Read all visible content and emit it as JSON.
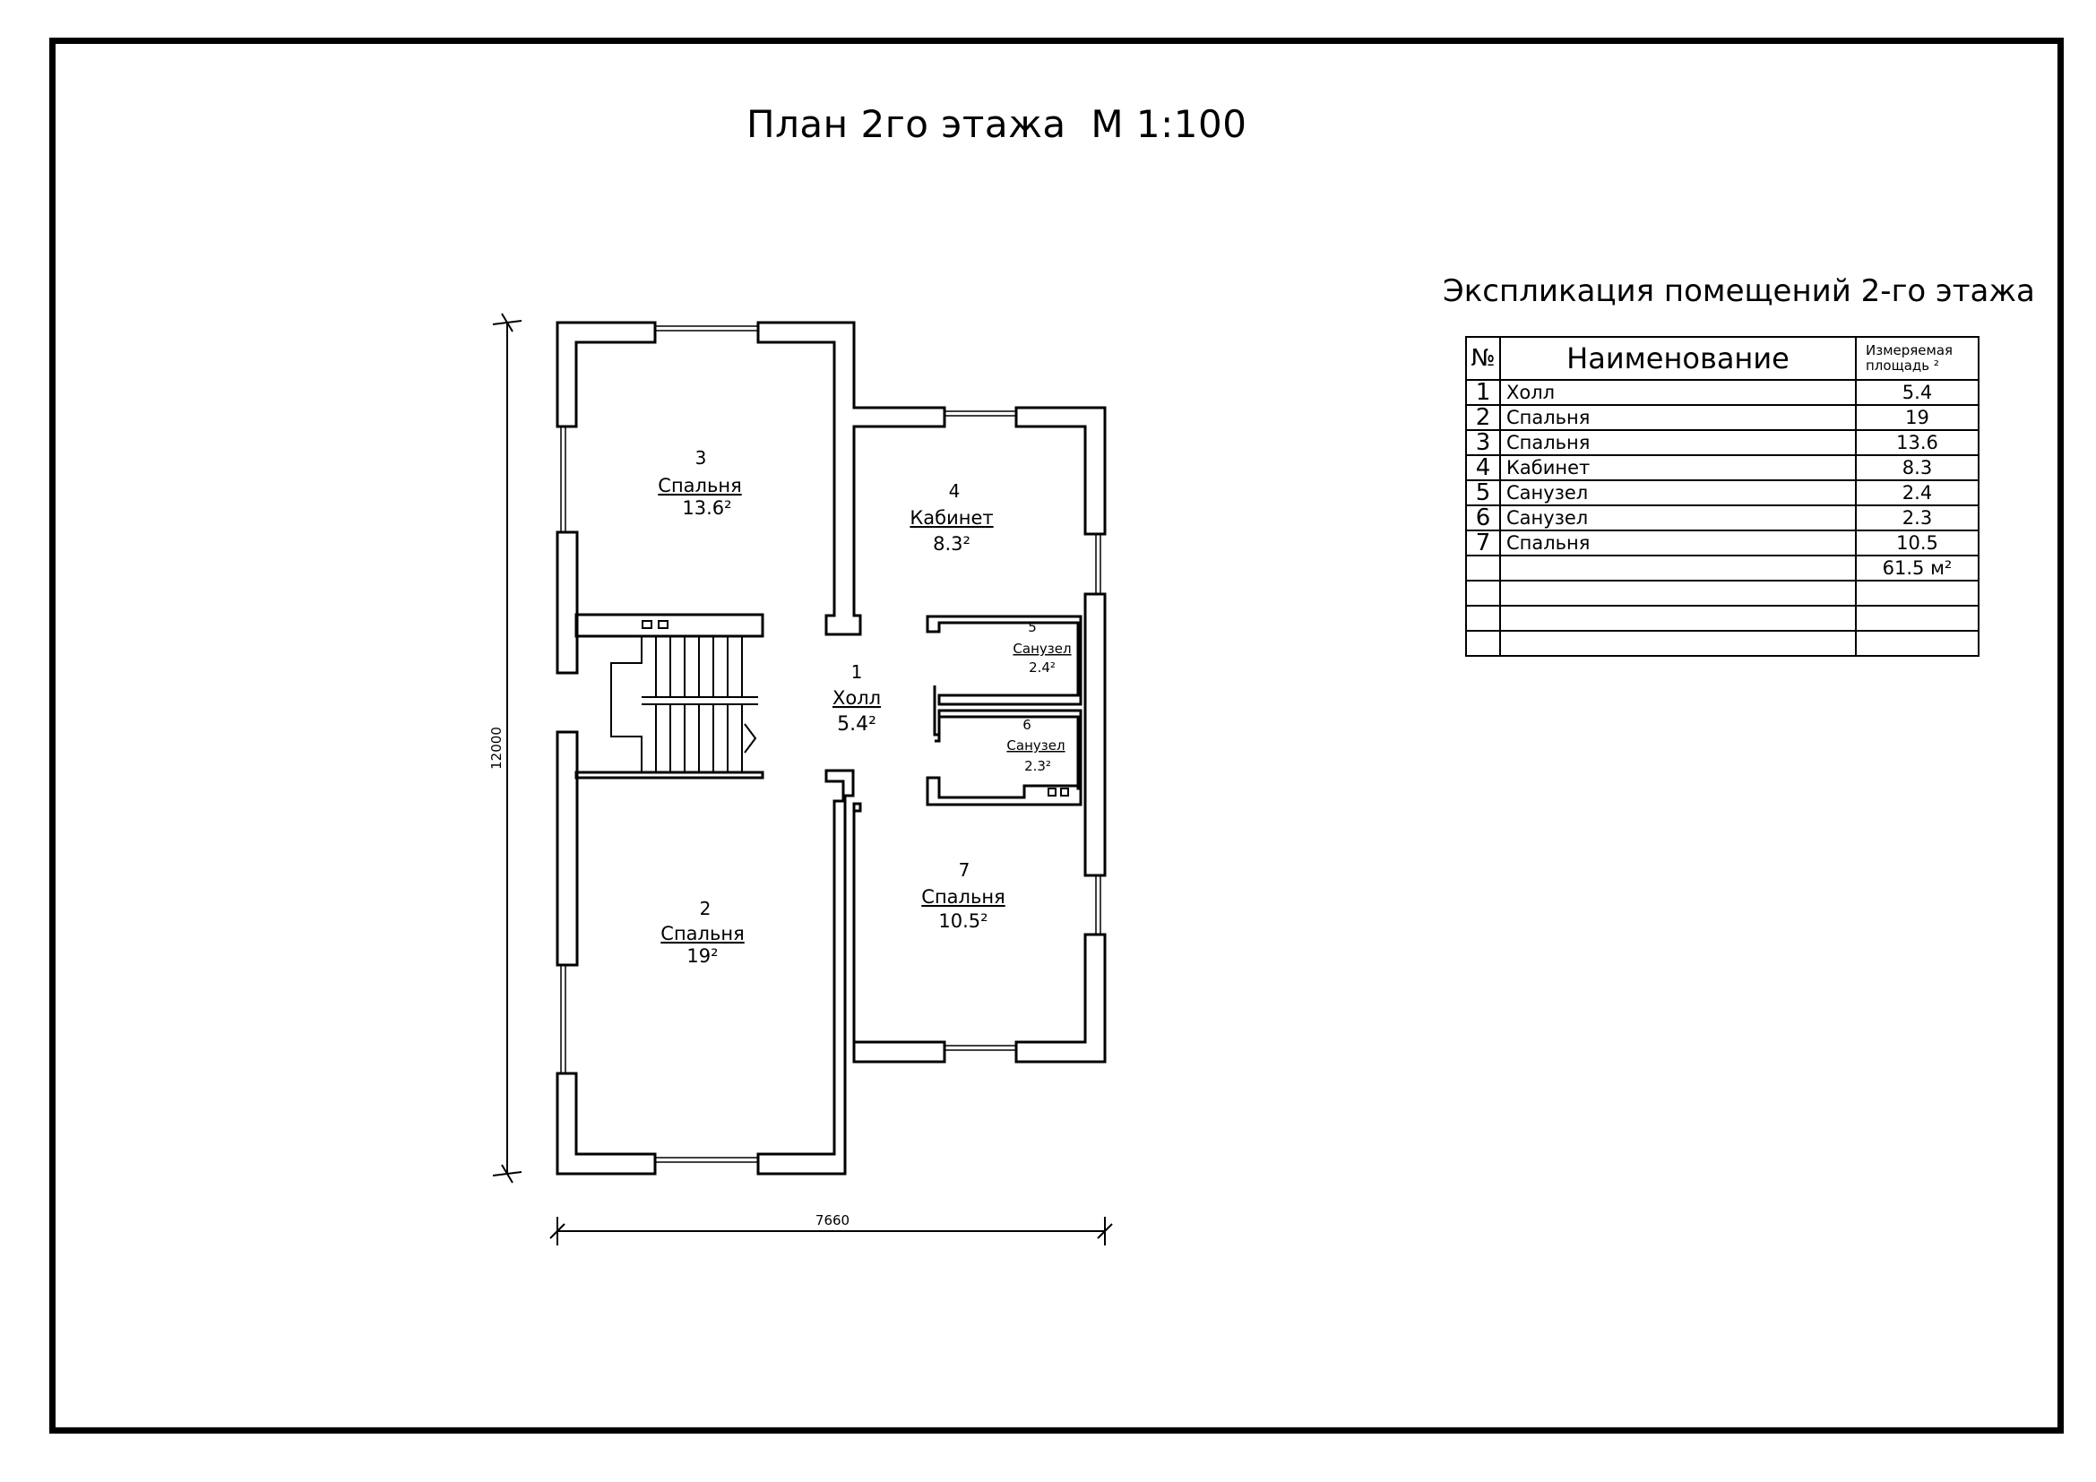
{
  "title": "План 2го этажа  М 1:100",
  "explication": {
    "title": "Экспликация помещений 2-го этажа",
    "headers": {
      "num": "№",
      "name": "Наименование",
      "area": "Измеряемая площадь ²"
    },
    "rows": [
      {
        "num": "1",
        "name": "Холл",
        "area": "5.4"
      },
      {
        "num": "2",
        "name": "Спальня",
        "area": "19"
      },
      {
        "num": "3",
        "name": "Спальня",
        "area": "13.6"
      },
      {
        "num": "4",
        "name": "Кабинет",
        "area": "8.3"
      },
      {
        "num": "5",
        "name": "Санузел",
        "area": "2.4"
      },
      {
        "num": "6",
        "name": "Санузел",
        "area": "2.3"
      },
      {
        "num": "7",
        "name": "Спальня",
        "area": "10.5"
      }
    ],
    "total": "61.5 м²"
  },
  "plan": {
    "rooms": [
      {
        "num": "1",
        "name": "Холл",
        "area": "5.4²"
      },
      {
        "num": "2",
        "name": "Спальня",
        "area": "19²"
      },
      {
        "num": "3",
        "name": "Спальня",
        "area": "13.6²"
      },
      {
        "num": "4",
        "name": "Кабинет",
        "area": "8.3²"
      },
      {
        "num": "5",
        "name": "Санузел",
        "area": "2.4²"
      },
      {
        "num": "6",
        "name": "Санузел",
        "area": "2.3²"
      },
      {
        "num": "7",
        "name": "Спальня",
        "area": "10.5²"
      }
    ],
    "dimensions": {
      "height": "12000",
      "width": "7660"
    }
  }
}
